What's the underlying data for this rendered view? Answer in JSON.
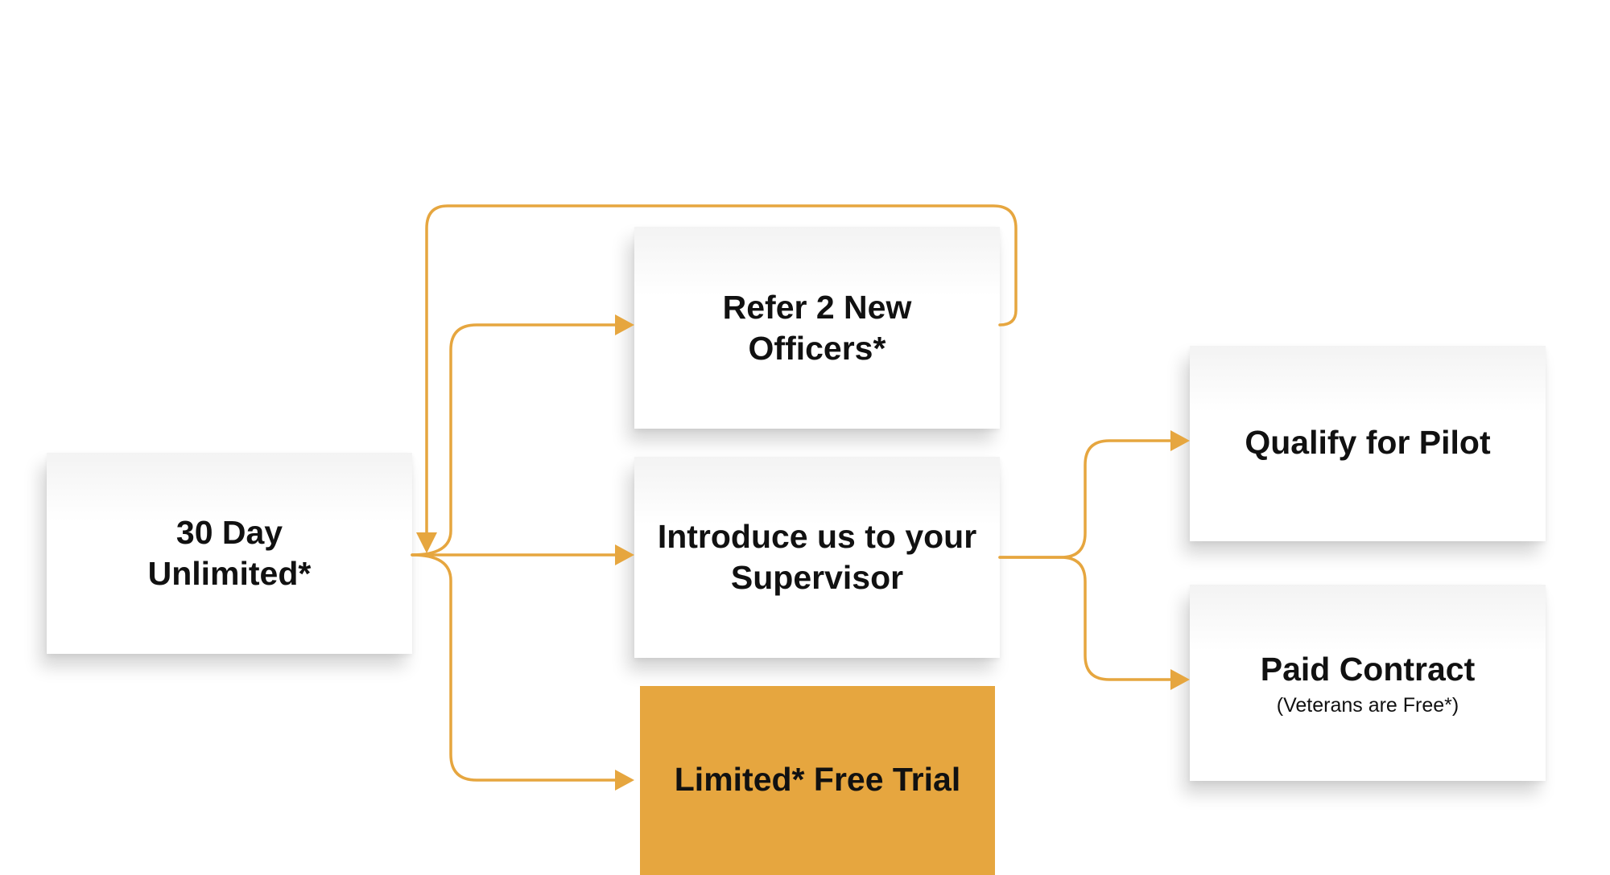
{
  "colors": {
    "connector": "#e6a63f",
    "highlight_fill": "#e6a63f",
    "text": "#111111"
  },
  "nodes": {
    "start": {
      "line1": "30 Day",
      "line2": "Unlimited*"
    },
    "refer": {
      "line1": "Refer 2 New",
      "line2": "Officers*"
    },
    "intro": {
      "line1": "Introduce us to your",
      "line2": "Supervisor"
    },
    "limited": {
      "title": "Limited* Free Trial"
    },
    "qualify": {
      "title": "Qualify for Pilot"
    },
    "paid": {
      "title": "Paid Contract",
      "subtitle": "(Veterans are Free*)"
    }
  }
}
